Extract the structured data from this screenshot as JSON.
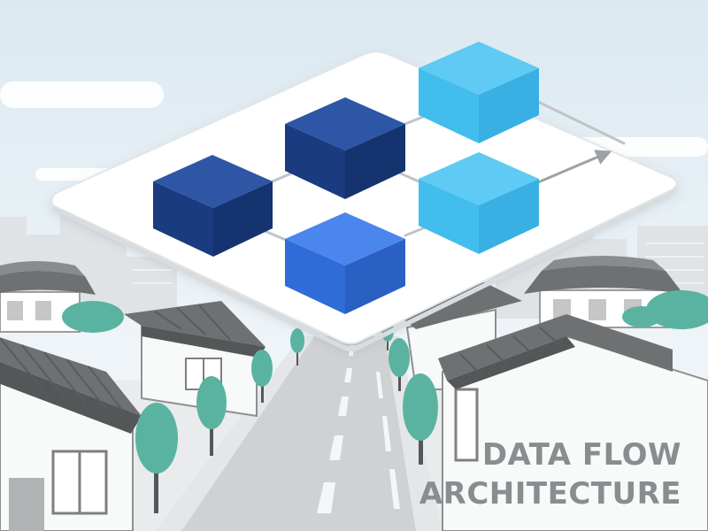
{
  "caption": {
    "line1": "DATA FLOW",
    "line2": "ARCHITECTURE"
  },
  "colors": {
    "sky_top": "#dbe9f1",
    "sky_bottom": "#f4f7f9",
    "platform": "#fdfdfd",
    "navy": "#1b3f86",
    "royal_blue": "#2f6fdc",
    "sky_blue": "#43bdee",
    "arrow": "#b8bcc0",
    "roof": "#6f7072",
    "tree": "#5ab3a1",
    "road": "#c9cbcd",
    "caption_text": "#8a8d90"
  },
  "diagram": {
    "blocks": [
      {
        "id": "source-block",
        "color": "navy"
      },
      {
        "id": "transform-block",
        "color": "navy"
      },
      {
        "id": "merge-block",
        "color": "royal_blue"
      },
      {
        "id": "output-block-top",
        "color": "sky_blue"
      },
      {
        "id": "output-block-bottom",
        "color": "sky_blue"
      }
    ],
    "connections": [
      {
        "from": "source-block",
        "to": "transform-block"
      },
      {
        "from": "source-block",
        "to": "merge-block"
      },
      {
        "from": "transform-block",
        "to": "output-block-top"
      },
      {
        "from": "transform-block",
        "to": "output-block-bottom"
      },
      {
        "from": "merge-block",
        "to": "output-block-bottom"
      },
      {
        "from": "output-block-top",
        "to": "platform-edge"
      }
    ]
  }
}
